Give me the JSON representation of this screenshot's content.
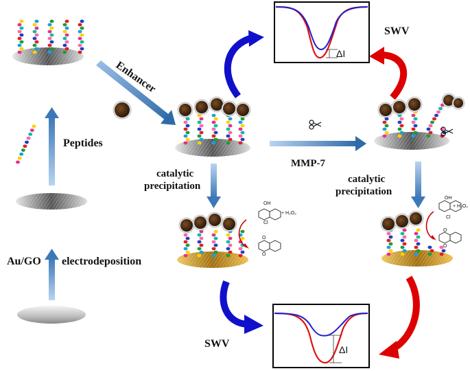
{
  "labels": {
    "peptides": "Peptides",
    "au_go": "Au/GO",
    "electrodeposition": "electrodeposition",
    "enhancer": "Enhancer",
    "mmp7": "MMP-7",
    "catalytic_left_1": "catalytic",
    "catalytic_left_2": "precipitation",
    "catalytic_right_1": "catalytic",
    "catalytic_right_2": "precipitation",
    "swv_top": "SWV",
    "swv_bottom": "SWV",
    "delta_top": "ΔI",
    "delta_bottom": "ΔI",
    "oh_left": "OH",
    "cl_left": "Cl",
    "h2o2_left": "+ H₂O₂",
    "oh_right": "OH",
    "cl_right": "Cl",
    "h2o2_right": "+ H₂O₂",
    "o_left_top": "O",
    "o_left_bottom": "O",
    "o_right_top": "O",
    "o_right_bottom": "O"
  },
  "icons": {
    "scissors_center": "scissors-icon",
    "scissors_right": "scissors-icon"
  },
  "colors": {
    "blue_curve": "#2020d0",
    "red_curve": "#e01010",
    "blue_arrow": "#1010cc",
    "red_arrow": "#dd0000",
    "flow_arrow": "#4a86c8",
    "gold_surface": "#d4a020",
    "nanoparticle": "#4a2c14"
  }
}
